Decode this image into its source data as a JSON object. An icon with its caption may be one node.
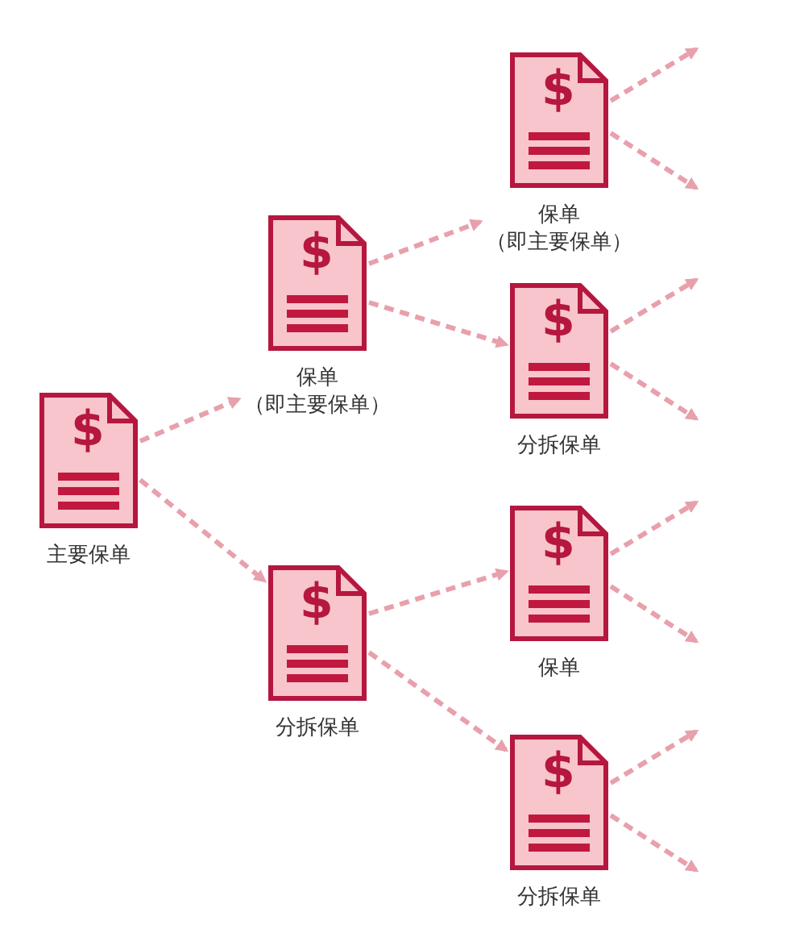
{
  "diagram": {
    "nodes": [
      {
        "text": [
          "$",
          "主要保单"
        ]
      },
      {
        "text": [
          "$",
          "保单（即主要保单）"
        ]
      },
      {
        "text": [
          "$",
          "分拆保单"
        ]
      },
      {
        "text": [
          "$",
          "保单（即主要保单）"
        ]
      },
      {
        "text": [
          "$",
          "分拆保单"
        ]
      },
      {
        "text": [
          "$",
          "保单"
        ]
      },
      {
        "text": [
          "$",
          "分拆保单"
        ]
      }
    ],
    "edges": [
      {
        "from": 0,
        "to": 1,
        "arrow": "to"
      },
      {
        "from": 0,
        "to": 2,
        "arrow": "to"
      },
      {
        "from": 1,
        "to": 3,
        "arrow": "to"
      },
      {
        "from": 1,
        "to": 4,
        "arrow": "to"
      },
      {
        "from": 2,
        "to": 5,
        "arrow": "to"
      },
      {
        "from": 2,
        "to": 6,
        "arrow": "to"
      },
      {
        "from": 3,
        "to": null,
        "arrow": "to"
      },
      {
        "from": 3,
        "to": null,
        "arrow": "to"
      },
      {
        "from": 4,
        "to": null,
        "arrow": "to"
      },
      {
        "from": 4,
        "to": null,
        "arrow": "to"
      },
      {
        "from": 5,
        "to": null,
        "arrow": "to"
      },
      {
        "from": 5,
        "to": null,
        "arrow": "to"
      },
      {
        "from": 6,
        "to": null,
        "arrow": "to"
      },
      {
        "from": 6,
        "to": null,
        "arrow": "to"
      }
    ]
  }
}
